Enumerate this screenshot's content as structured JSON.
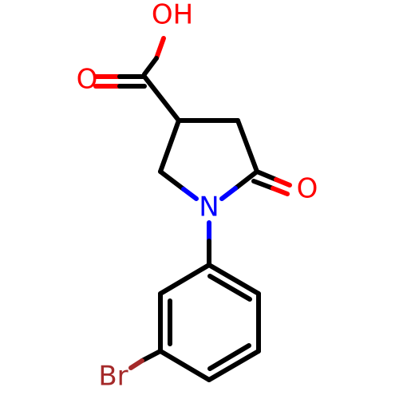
{
  "atoms": {
    "hydroxyl": {
      "text": "OH",
      "color": "#ff0000"
    },
    "carbonyl_oxygen_acid": {
      "text": "O",
      "color": "#ff0000"
    },
    "carbonyl_oxygen_lactam": {
      "text": "O",
      "color": "#ff0000"
    },
    "nitrogen": {
      "text": "N",
      "color": "#0000ff"
    },
    "bromine": {
      "text": "Br",
      "color": "#a52a2a"
    }
  }
}
